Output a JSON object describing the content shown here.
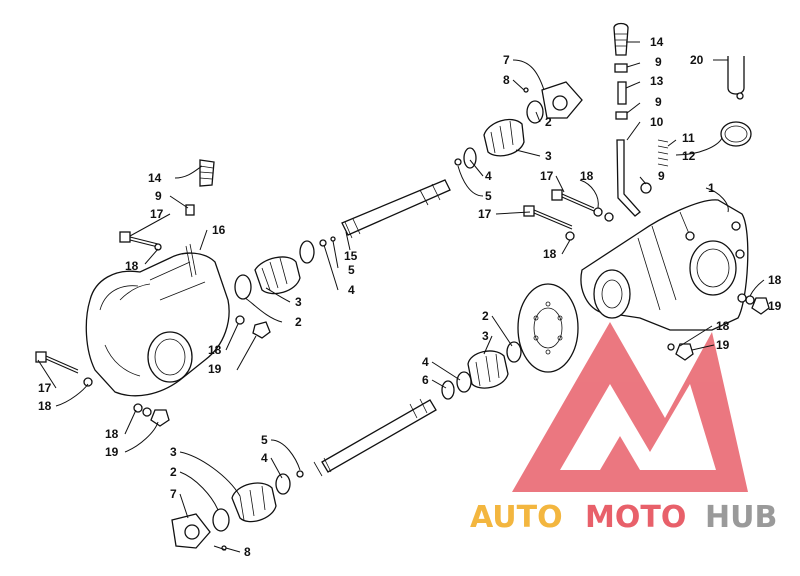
{
  "diagram": {
    "callouts": [
      {
        "id": "c-14-top",
        "text": "14"
      },
      {
        "id": "c-9-top",
        "text": "9"
      },
      {
        "id": "c-13",
        "text": "13"
      },
      {
        "id": "c-9-mid",
        "text": "9"
      },
      {
        "id": "c-10",
        "text": "10"
      },
      {
        "id": "c-11",
        "text": "11"
      },
      {
        "id": "c-12",
        "text": "12"
      },
      {
        "id": "c-20",
        "text": "20"
      },
      {
        "id": "c-7-top",
        "text": "7"
      },
      {
        "id": "c-8-top",
        "text": "8"
      },
      {
        "id": "c-2-top",
        "text": "2"
      },
      {
        "id": "c-3-top",
        "text": "3"
      },
      {
        "id": "c-4-top",
        "text": "4"
      },
      {
        "id": "c-5-top",
        "text": "5"
      },
      {
        "id": "c-17-right",
        "text": "17"
      },
      {
        "id": "c-18-right-top",
        "text": "18"
      },
      {
        "id": "c-9-right",
        "text": "9"
      },
      {
        "id": "c-1",
        "text": "1"
      },
      {
        "id": "c-17-right2",
        "text": "17"
      },
      {
        "id": "c-18-right-mid",
        "text": "18"
      },
      {
        "id": "c-18-far-right",
        "text": "18"
      },
      {
        "id": "c-19-far-right",
        "text": "19"
      },
      {
        "id": "c-18-right-low",
        "text": "18"
      },
      {
        "id": "c-19-right-low",
        "text": "19"
      },
      {
        "id": "c-14-left",
        "text": "14"
      },
      {
        "id": "c-9-left",
        "text": "9"
      },
      {
        "id": "c-17-left-top",
        "text": "17"
      },
      {
        "id": "c-16",
        "text": "16"
      },
      {
        "id": "c-18-left-top",
        "text": "18"
      },
      {
        "id": "c-15",
        "text": "15"
      },
      {
        "id": "c-5-mid",
        "text": "5"
      },
      {
        "id": "c-4-mid",
        "text": "4"
      },
      {
        "id": "c-3-mid",
        "text": "3"
      },
      {
        "id": "c-2-mid",
        "text": "2"
      },
      {
        "id": "c-18-center",
        "text": "18"
      },
      {
        "id": "c-19-center",
        "text": "19"
      },
      {
        "id": "c-17-left",
        "text": "17"
      },
      {
        "id": "c-18-left",
        "text": "18"
      },
      {
        "id": "c-18-left-low",
        "text": "18"
      },
      {
        "id": "c-19-left-low",
        "text": "19"
      },
      {
        "id": "c-2-low",
        "text": "2"
      },
      {
        "id": "c-3-low",
        "text": "3"
      },
      {
        "id": "c-4-low",
        "text": "4"
      },
      {
        "id": "c-6",
        "text": "6"
      },
      {
        "id": "c-5-low",
        "text": "5"
      },
      {
        "id": "c-4-low2",
        "text": "4"
      },
      {
        "id": "c-3-bottom",
        "text": "3"
      },
      {
        "id": "c-2-bottom",
        "text": "2"
      },
      {
        "id": "c-7-bottom",
        "text": "7"
      },
      {
        "id": "c-8-bottom",
        "text": "8"
      }
    ]
  },
  "watermark": {
    "brand_part1": "AUTO",
    "brand_part2": "MOTO",
    "brand_part3": "HUB",
    "colors": {
      "logo_red": "#e8606a",
      "logo_orange": "#f3b63f",
      "logo_gray": "#9a9a9a"
    }
  }
}
